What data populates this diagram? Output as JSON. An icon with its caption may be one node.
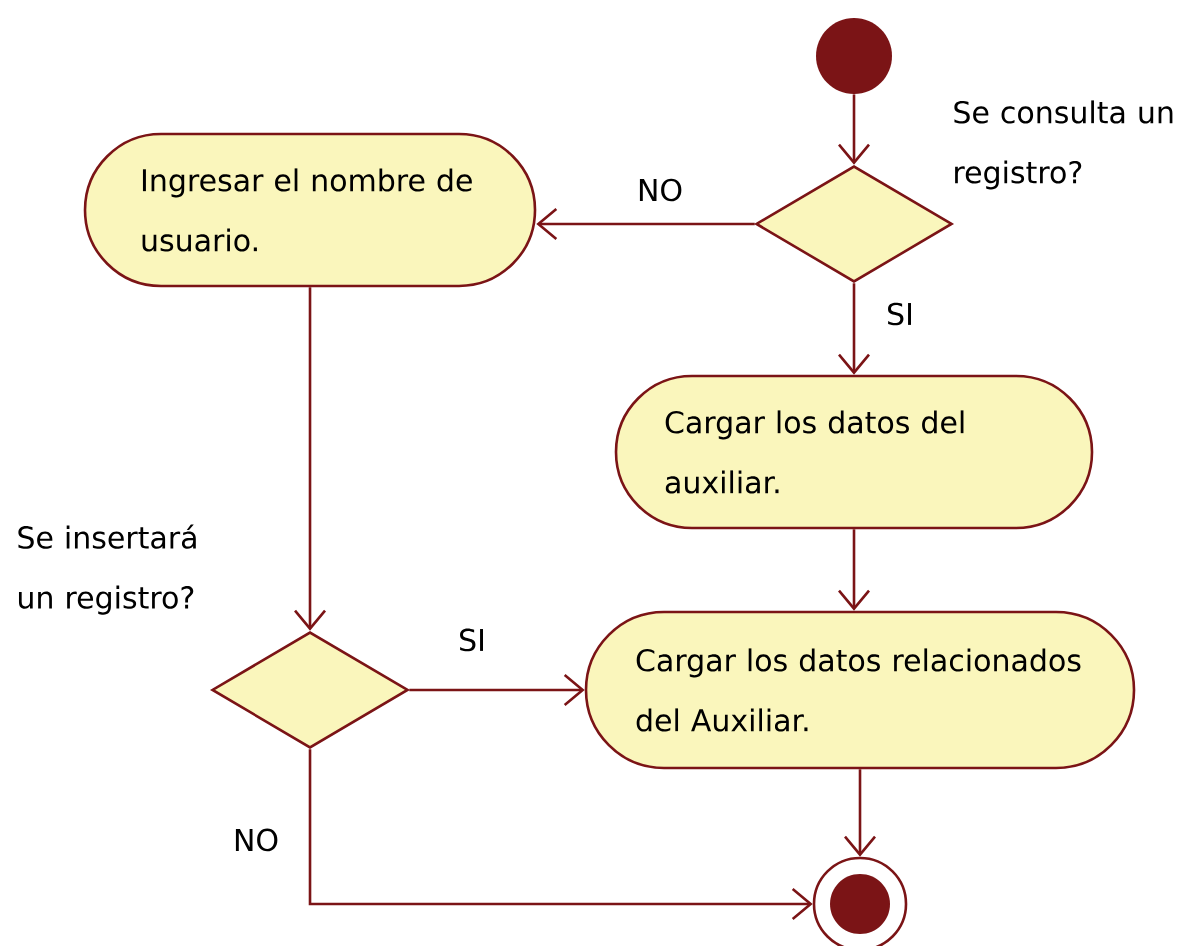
{
  "diagram": {
    "nodes": [
      {
        "text": [],
        "shape": "circle"
      },
      {
        "text": [],
        "shape": "diamond",
        "beside": [
          "Se consulta un registro?"
        ]
      },
      {
        "text": [
          "Ingresar el nombre de usuario."
        ]
      },
      {
        "text": [
          "Cargar los datos del auxiliar."
        ]
      },
      {
        "text": [],
        "shape": "diamond",
        "beside": [
          "Se insertará un registro?"
        ]
      },
      {
        "text": [
          "Cargar los datos relacionados del Auxiliar."
        ]
      },
      {
        "text": [],
        "shape": "bullseye"
      }
    ],
    "edges": [
      {
        "from": 0,
        "to": 1,
        "arrow": "to"
      },
      {
        "from": 1,
        "to": 2,
        "arrow": "to",
        "label": "NO"
      },
      {
        "from": 1,
        "to": 3,
        "arrow": "to",
        "label": "SI"
      },
      {
        "from": 2,
        "to": 4,
        "arrow": "to"
      },
      {
        "from": 3,
        "to": 5,
        "arrow": "to"
      },
      {
        "from": 4,
        "to": 5,
        "arrow": "to",
        "label": "SI"
      },
      {
        "from": 4,
        "to": 6,
        "arrow": "to",
        "label": "NO"
      },
      {
        "from": 5,
        "to": 6,
        "arrow": "to"
      }
    ]
  }
}
